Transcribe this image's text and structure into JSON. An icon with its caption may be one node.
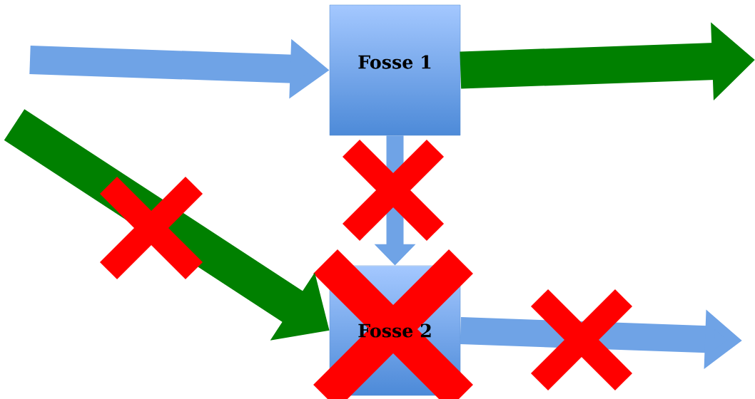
{
  "diagram": {
    "nodes": [
      {
        "text": [
          "Fosse 1"
        ]
      },
      {
        "text": [
          "Fosse 2"
        ]
      }
    ],
    "edges": [
      {
        "from": null,
        "to": 0,
        "arrow": "to"
      },
      {
        "from": 0,
        "to": null,
        "arrow": "to",
        "color": "#008000"
      },
      {
        "from": null,
        "to": 1,
        "arrow": "to",
        "color": "#008000"
      },
      {
        "from": 0,
        "to": 1,
        "arrow": "to"
      },
      {
        "from": 1,
        "to": null,
        "arrow": "to"
      }
    ]
  }
}
